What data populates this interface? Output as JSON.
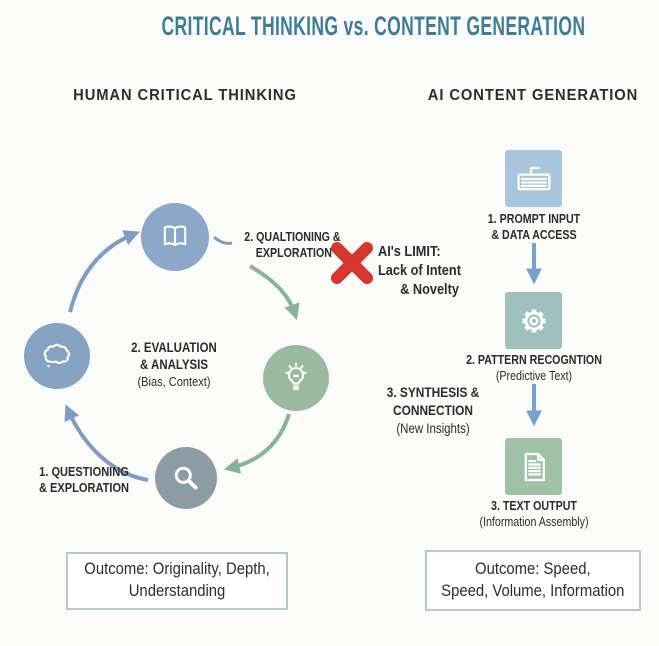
{
  "title": "CRITICAL THINKING vs. CONTENT GENERATION",
  "colors": {
    "title_teal": "#3d7d98",
    "text_dark": "#2d2d2d",
    "red_x": "#d5372d",
    "circle_blue": "#8ba8c8",
    "circle_blue_left": "#86a3c4",
    "circle_green": "#9bb99e",
    "circle_gray": "#8c9ca4",
    "square_blue": "#a9c6dc",
    "square_teal": "#9fc0bd",
    "square_green": "#9fc2a7",
    "arrow_blue": "#7e9dc1",
    "arrow_teal": "#87b1a1",
    "arrow_flow_blue": "#76a3cd",
    "outcome_border": "#b8c6ce"
  },
  "left_column": {
    "heading": "HUMAN CRITICAL THINKING",
    "cycle": {
      "top_node_icon": "open-book-icon",
      "top_label": [
        "2. QUALTIONING &",
        "EXPLORATION"
      ],
      "left_node_icon": "thought-cloud-icon",
      "center_label": [
        "2. EVALUATION",
        "& ANALYSIS",
        "(Bias, Context)"
      ],
      "right_node_icon": "lightbulb-icon",
      "bottom_node_icon": "magnifier-icon",
      "bottom_label": [
        "1. QUESTIONING",
        "& EXPLORATION"
      ]
    },
    "outcome": [
      "Outcome: Originality, Depth,",
      "Understanding"
    ]
  },
  "divider": {
    "limit_label": [
      "AI's LIMIT:",
      "Lack of Intent",
      "& Novelty"
    ],
    "synthesis_label": [
      "3. SYNTHESIS &",
      "CONNECTION",
      "(New Insights)"
    ]
  },
  "right_column": {
    "heading": "AI CONTENT GENERATION",
    "steps": [
      {
        "icon": "keyboard-icon",
        "label": [
          "1. PROMPT INPUT",
          "& DATA ACCESS"
        ]
      },
      {
        "icon": "gear-icon",
        "label": [
          "2. PATTERN RECOGNTION",
          "(Predictive Text)"
        ]
      },
      {
        "icon": "document-icon",
        "label": [
          "3. TEXT OUTPUT",
          "(Information Assembly)"
        ]
      }
    ],
    "outcome": [
      "Outcome: Speed,",
      "Speed, Volume, Information"
    ]
  }
}
